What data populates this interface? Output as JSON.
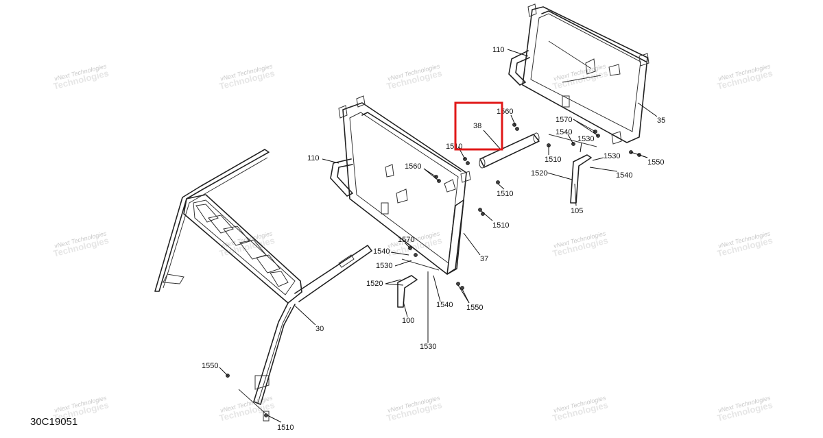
{
  "diagram_ref": "30C19051",
  "highlight": {
    "label": "38",
    "color": "#e01818"
  },
  "watermark": {
    "line1": "vNext Technologies",
    "line2": "Technologies"
  },
  "callouts": {
    "c110_right": "110",
    "c35": "35",
    "c1560_top": "1560",
    "c38": "38",
    "c1510_left": "1510",
    "c1510_mid": "1510",
    "c1510_lower": "1510",
    "c1510_rear": "1510",
    "c1510_bottom": "1510",
    "c1570_right": "1570",
    "c1540_right": "1540",
    "c1530_right": "1530",
    "c1530_right2": "1530",
    "c1550_right": "1550",
    "c1520_right": "1520",
    "c1540_right2": "1540",
    "c105": "105",
    "c110_mid": "110",
    "c1560_mid": "1560",
    "c37": "37",
    "c1570_left": "1570",
    "c1540_left": "1540",
    "c1530_left": "1530",
    "c1520_left": "1520",
    "c100": "100",
    "c1540_bottom": "1540",
    "c1550_mid": "1550",
    "c1530_bottom": "1530",
    "c30": "30",
    "c1550_bottom": "1550"
  }
}
